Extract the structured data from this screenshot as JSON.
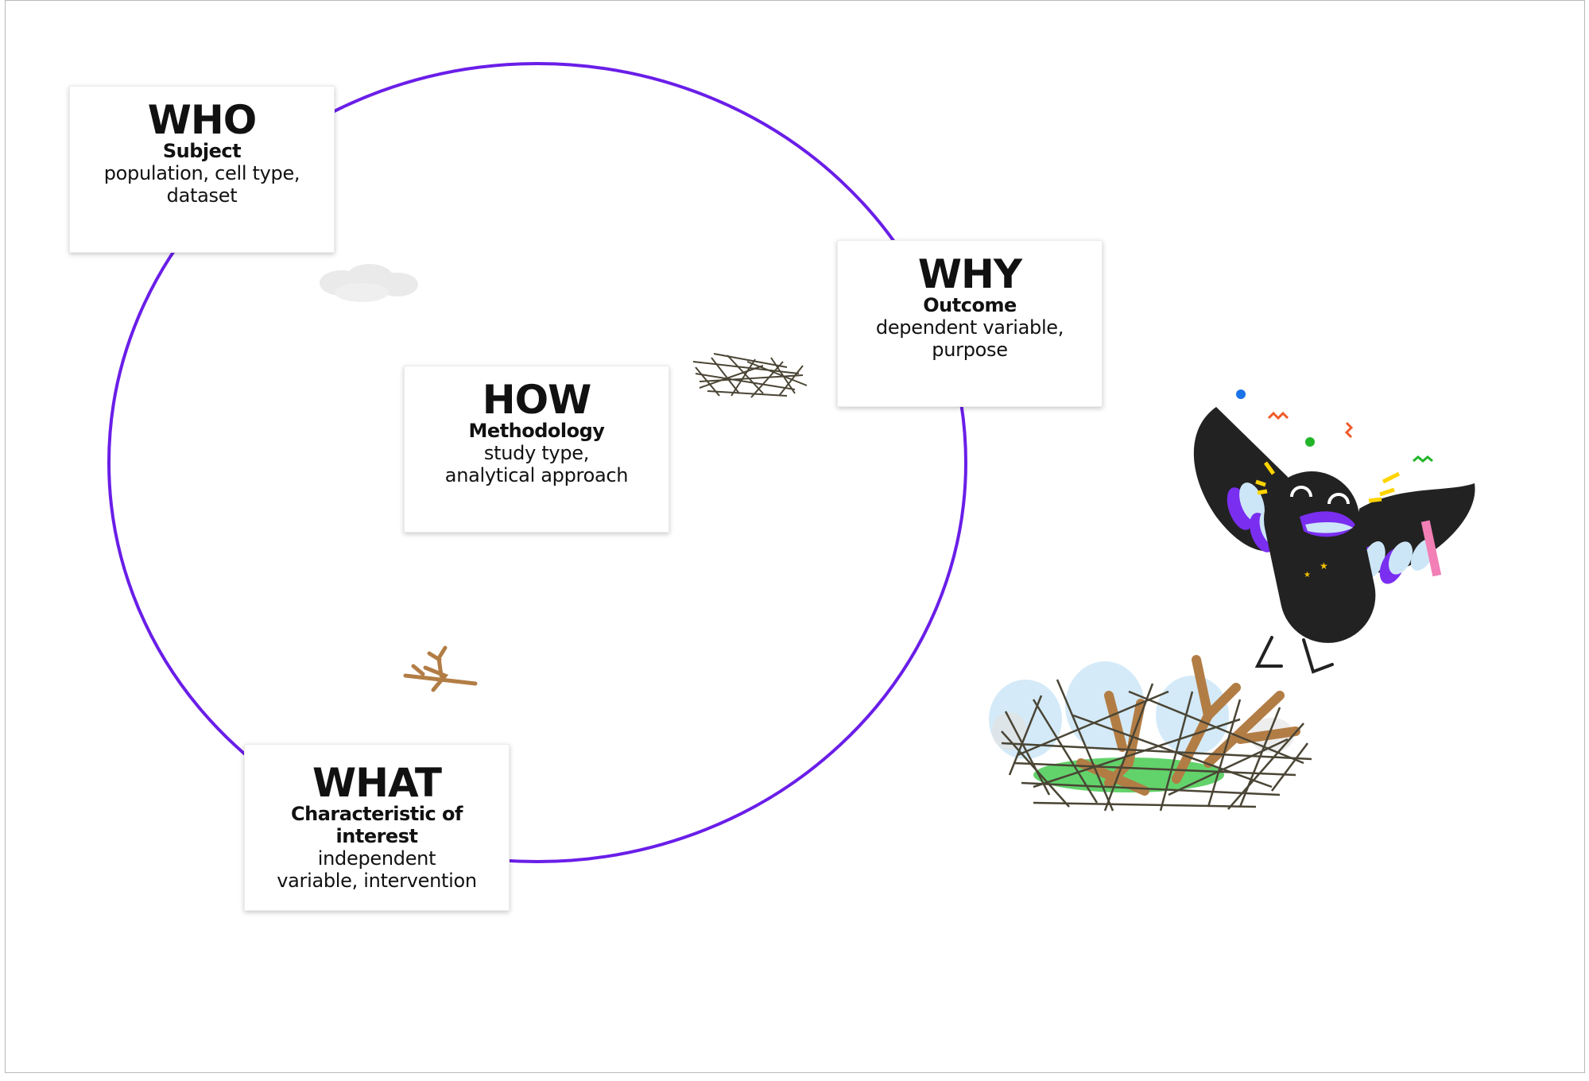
{
  "cards": {
    "who": {
      "title": "WHO",
      "subtitle": "Subject",
      "desc_line1": "population, cell type,",
      "desc_line2": "dataset"
    },
    "why": {
      "title": "WHY",
      "subtitle": "Outcome",
      "desc_line1": "dependent variable,",
      "desc_line2": "purpose"
    },
    "how": {
      "title": "HOW",
      "subtitle": "Methodology",
      "desc_line1": "study type,",
      "desc_line2": "analytical approach"
    },
    "what": {
      "title": "WHAT",
      "subtitle_line1": "Characteristic of",
      "subtitle_line2": "interest",
      "desc_line1": "independent",
      "desc_line2": "variable, intervention"
    }
  },
  "colors": {
    "circle": "#6a1ee8",
    "bird_body": "#222222",
    "bird_accent": "#7a2ef0",
    "wing_feather": "#cde6f7",
    "twig": "#b27d45",
    "nest_line": "#4a4535",
    "leaf_green": "#22c322"
  },
  "decorations": [
    "cycle-circle",
    "cloud-icon",
    "small-nest-icon",
    "leaf-bush-icon",
    "twig-icon",
    "magpie-bird-icon",
    "big-nest-icon",
    "confetti-icon"
  ]
}
